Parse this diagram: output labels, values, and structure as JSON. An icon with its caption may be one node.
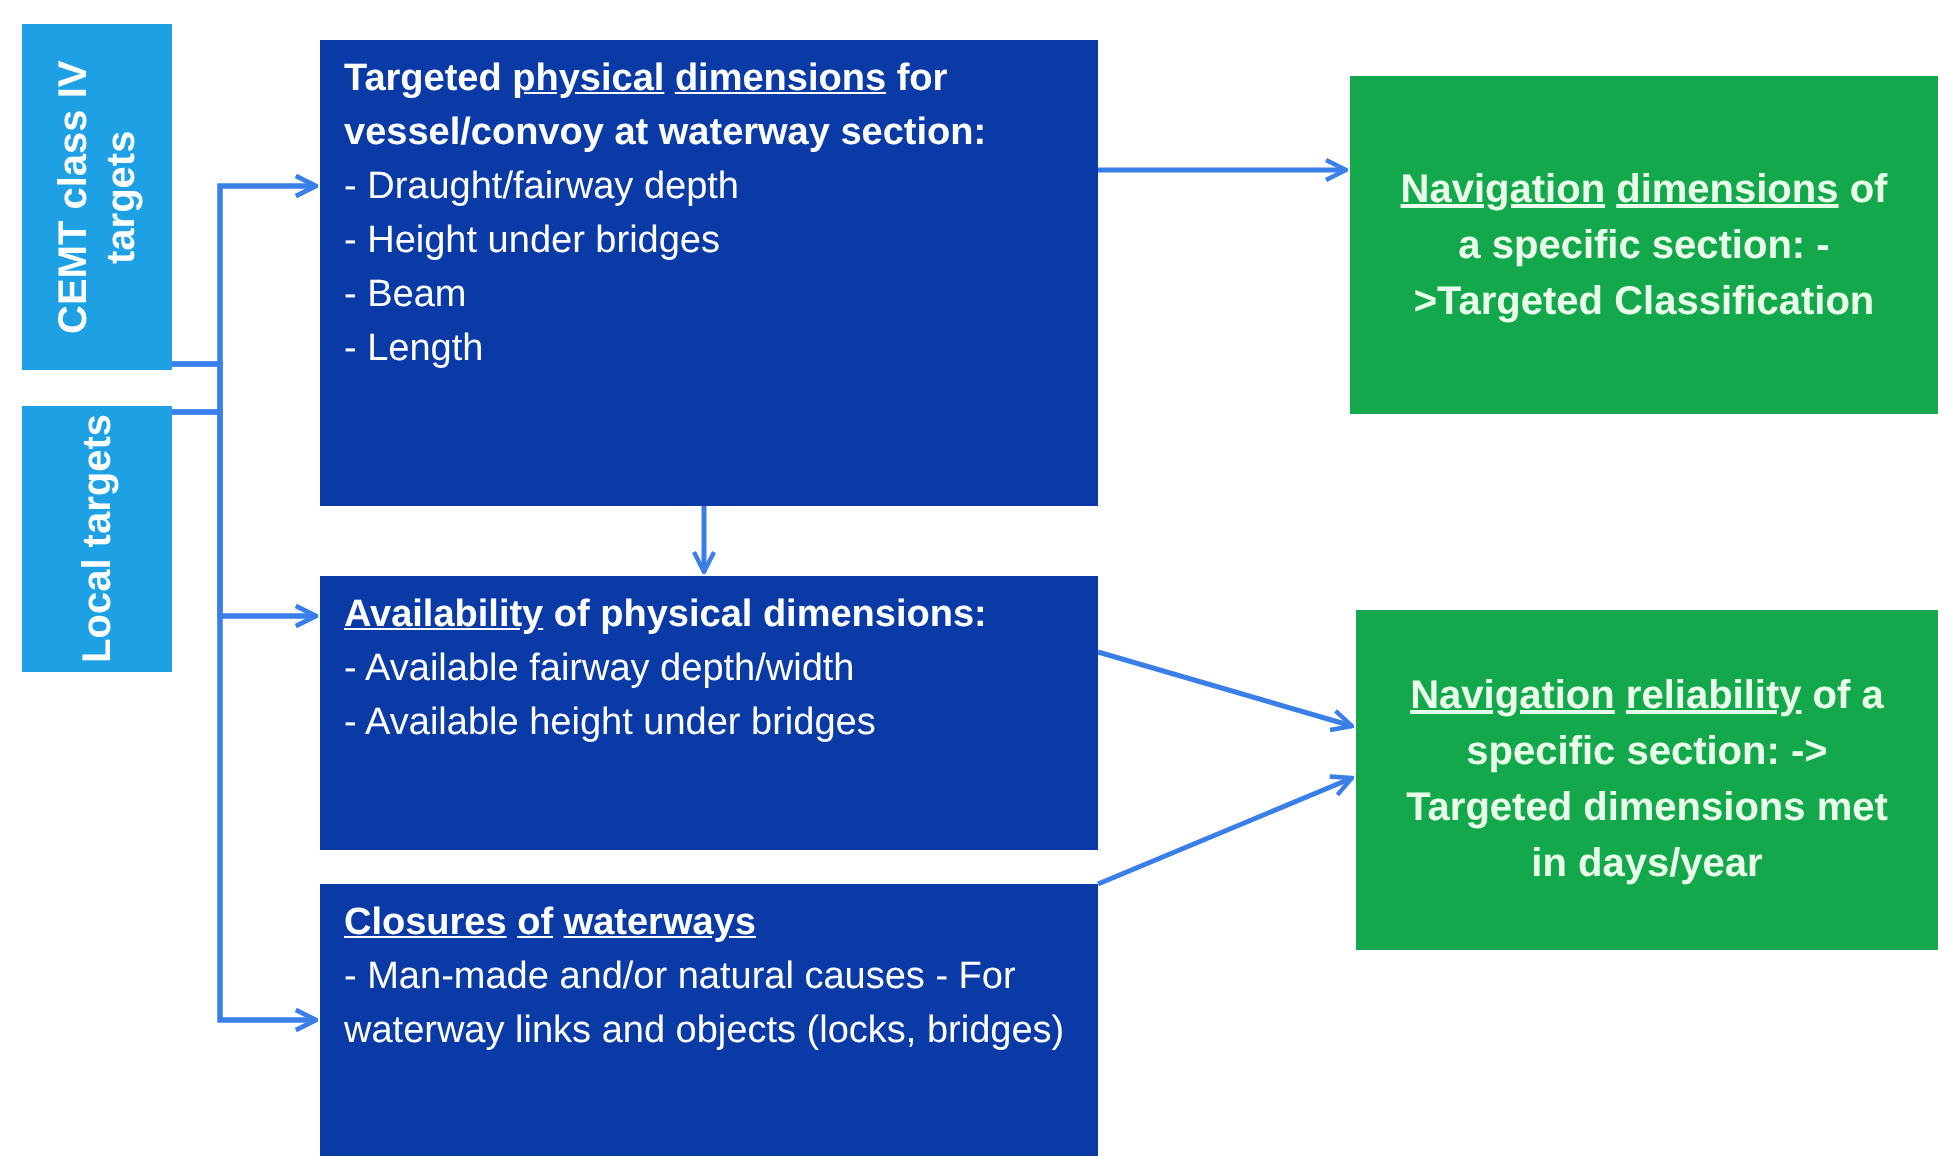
{
  "diagram": {
    "nodes": [
      {
        "text": [
          "CEMT class IV targets"
        ]
      },
      {
        "text": [
          "Local targets"
        ]
      },
      {
        "text": [
          "Targeted physical dimensions for vessel/convoy at waterway section:",
          "- Draught/fairway depth",
          "- Height under bridges",
          "- Beam",
          "- Length"
        ]
      },
      {
        "text": [
          "Availability of physical dimensions:",
          "- Available fairway depth/width",
          "- Available height under bridges"
        ]
      },
      {
        "text": [
          "Closures of waterways",
          "- Man-made and/or natural causes - For waterway links and objects (locks, bridges)"
        ]
      },
      {
        "text": [
          "Navigation dimensions of a specific section: ->Targeted Classification"
        ]
      },
      {
        "text": [
          "Navigation reliability of a specific section: -> Targeted dimensions met in days/year"
        ]
      }
    ],
    "edges": [
      {
        "from": 0,
        "to": 2,
        "arrow": "to"
      },
      {
        "from": 0,
        "to": 3,
        "arrow": "to"
      },
      {
        "from": 0,
        "to": 4,
        "arrow": "to"
      },
      {
        "from": 1,
        "to": 2,
        "arrow": "to"
      },
      {
        "from": 1,
        "to": 3,
        "arrow": "to"
      },
      {
        "from": 1,
        "to": 4,
        "arrow": "to"
      },
      {
        "from": 2,
        "to": 5,
        "arrow": "to"
      },
      {
        "from": 2,
        "to": 3,
        "arrow": "to"
      },
      {
        "from": 3,
        "to": 6,
        "arrow": "to"
      },
      {
        "from": 4,
        "to": 6,
        "arrow": "to"
      }
    ]
  }
}
